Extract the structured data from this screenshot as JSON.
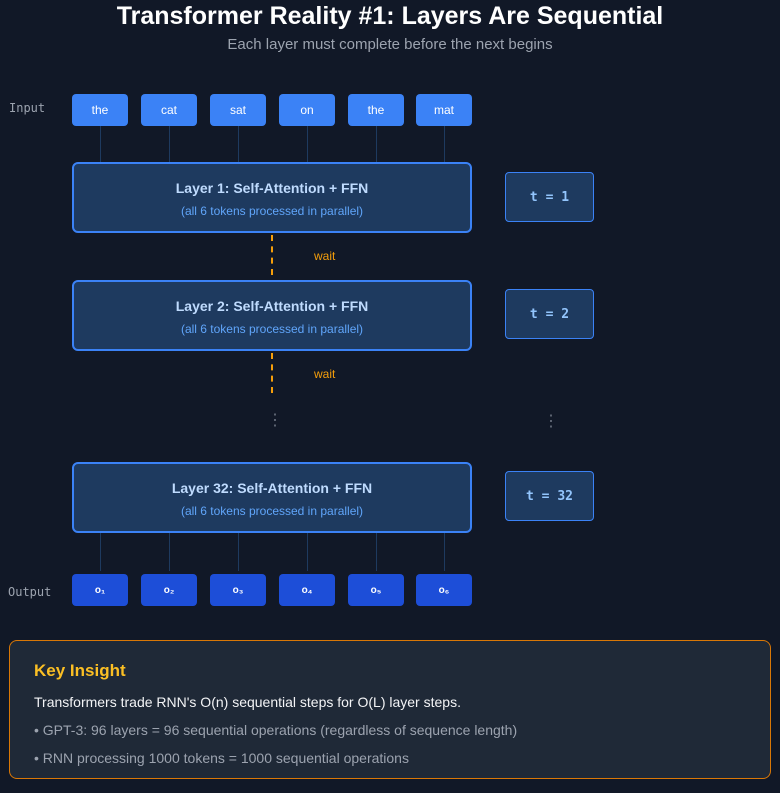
{
  "title": "Transformer Reality #1: Layers Are Sequential",
  "subtitle": "Each layer must complete before the next begins",
  "input_label": "Input",
  "output_label": "Output",
  "tokens": [
    "the",
    "cat",
    "sat",
    "on",
    "the",
    "mat"
  ],
  "outputs": [
    "o₁",
    "o₂",
    "o₃",
    "o₄",
    "o₅",
    "o₆"
  ],
  "layers": [
    {
      "title": "Layer 1: Self-Attention + FFN",
      "sub": "(all 6 tokens processed in parallel)",
      "time": "t = 1"
    },
    {
      "title": "Layer 2: Self-Attention + FFN",
      "sub": "(all 6 tokens processed in parallel)",
      "time": "t = 2"
    },
    {
      "title": "Layer 32: Self-Attention + FFN",
      "sub": "(all 6 tokens processed in parallel)",
      "time": "t = 32"
    }
  ],
  "wait_label": "wait",
  "ellipsis": "⋮",
  "insight": {
    "heading": "Key Insight",
    "main": "Transformers trade RNN's O(n) sequential steps for O(L) layer steps.",
    "bullets": [
      "• GPT-3: 96 layers = 96 sequential operations (regardless of sequence length)",
      "• RNN processing 1000 tokens = 1000 sequential operations"
    ]
  }
}
